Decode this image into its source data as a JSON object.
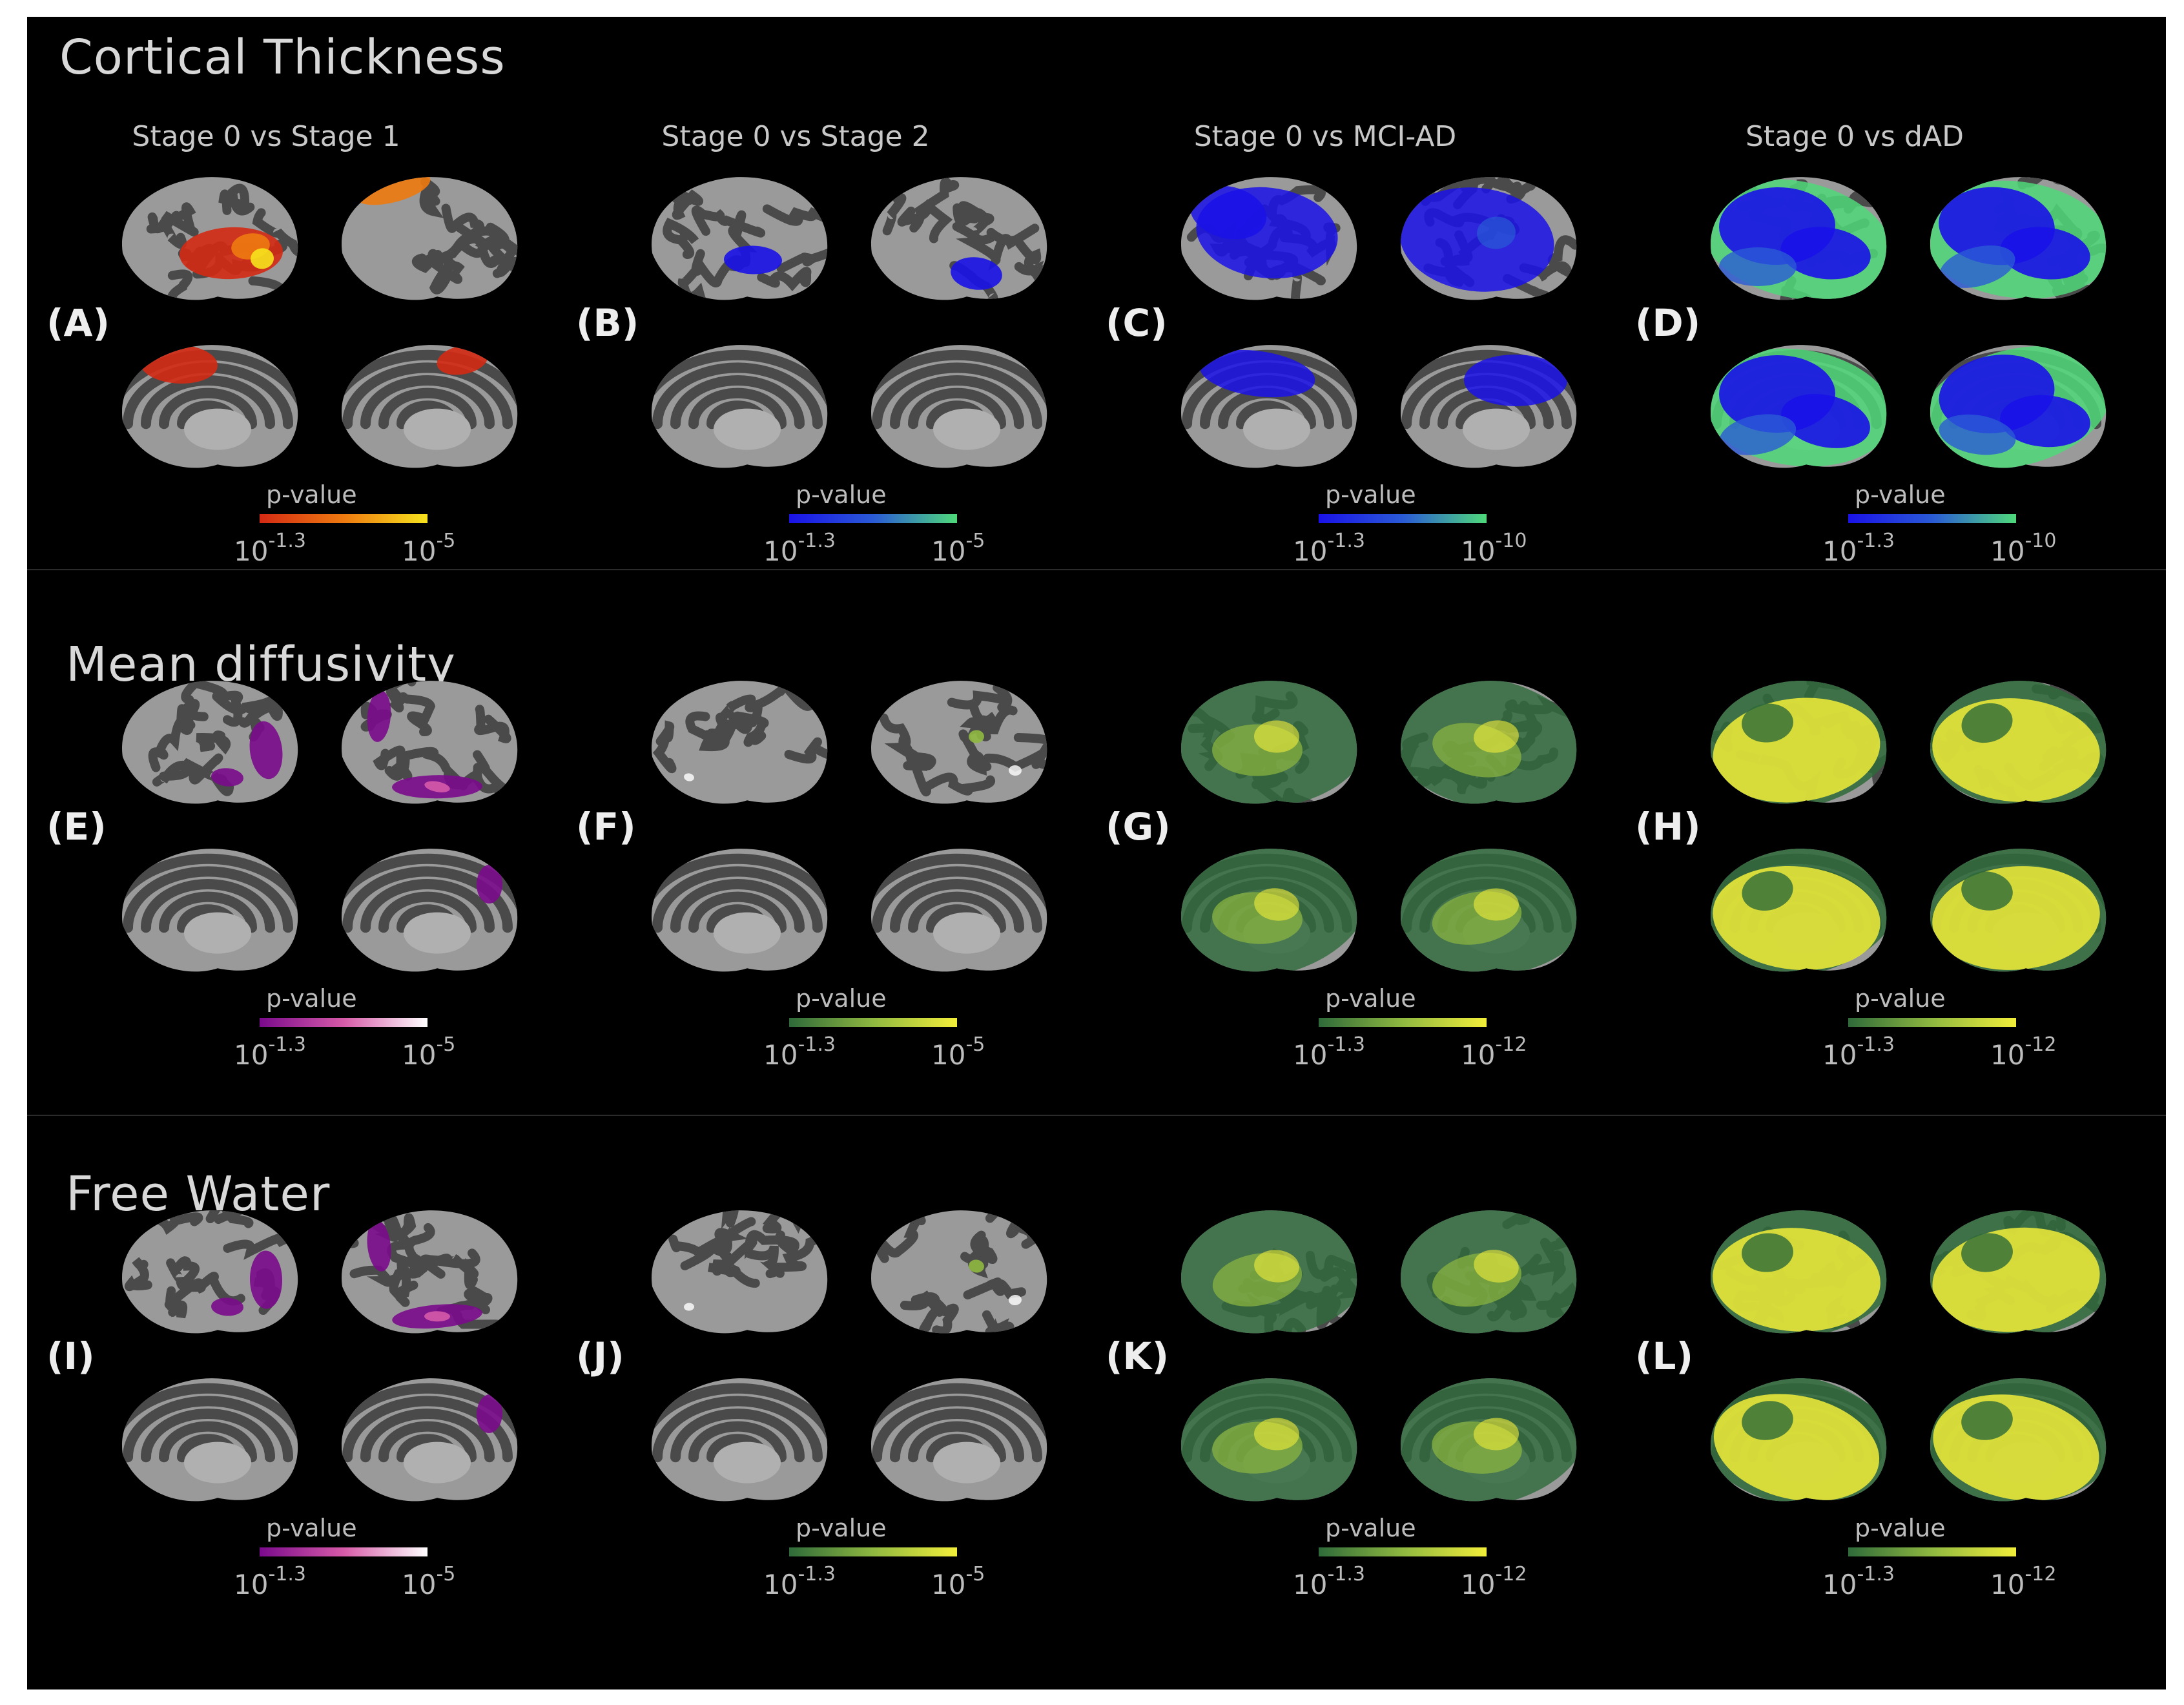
{
  "sections": [
    {
      "title": "Cortical Thickness",
      "rows_label": "row-1",
      "panels": [
        {
          "label": "(A)",
          "header": "Stage 0 vs Stage 1",
          "cb_title": "p-value",
          "cb_min": "10",
          "cb_min_exp": "-1.3",
          "cb_max": "10",
          "cb_max_exp": "-5",
          "cmap": [
            "#d42a14",
            "#ee7a10",
            "#f6e31e"
          ],
          "effect": "red"
        },
        {
          "label": "(B)",
          "header": "Stage 0 vs Stage 2",
          "cb_title": "p-value",
          "cb_min": "10",
          "cb_min_exp": "-1.3",
          "cb_max": "10",
          "cb_max_exp": "-5",
          "cmap": [
            "#1a12e8",
            "#2a5ad6",
            "#4fd97a"
          ],
          "effect": "blue-small"
        },
        {
          "label": "(C)",
          "header": "Stage 0 vs MCI-AD",
          "cb_title": "p-value",
          "cb_min": "10",
          "cb_min_exp": "-1.3",
          "cb_max": "10",
          "cb_max_exp": "-10",
          "cmap": [
            "#1a12e8",
            "#2a5ad6",
            "#4fd97a"
          ],
          "effect": "blue-mid"
        },
        {
          "label": "(D)",
          "header": "Stage 0 vs dAD",
          "cb_title": "p-value",
          "cb_min": "10",
          "cb_min_exp": "-1.3",
          "cb_max": "10",
          "cb_max_exp": "-10",
          "cmap": [
            "#1a12e8",
            "#2a5ad6",
            "#4fd97a"
          ],
          "effect": "blue-green"
        }
      ]
    },
    {
      "title": "Mean diffusivity",
      "rows_label": "row-2",
      "panels": [
        {
          "label": "(E)",
          "header": "",
          "cb_title": "p-value",
          "cb_min": "10",
          "cb_min_exp": "-1.3",
          "cb_max": "10",
          "cb_max_exp": "-5",
          "cmap": [
            "#7a0a8c",
            "#d65aa8",
            "#ffffff"
          ],
          "effect": "purple"
        },
        {
          "label": "(F)",
          "header": "",
          "cb_title": "p-value",
          "cb_min": "10",
          "cb_min_exp": "-1.3",
          "cb_max": "10",
          "cb_max_exp": "-5",
          "cmap": [
            "#2e6a3a",
            "#8fb840",
            "#f2ee3a"
          ],
          "effect": "green-tiny"
        },
        {
          "label": "(G)",
          "header": "",
          "cb_title": "p-value",
          "cb_min": "10",
          "cb_min_exp": "-1.3",
          "cb_max": "10",
          "cb_max_exp": "-12",
          "cmap": [
            "#2e6a3a",
            "#8fb840",
            "#f2ee3a"
          ],
          "effect": "green-mid"
        },
        {
          "label": "(H)",
          "header": "",
          "cb_title": "p-value",
          "cb_min": "10",
          "cb_min_exp": "-1.3",
          "cb_max": "10",
          "cb_max_exp": "-12",
          "cmap": [
            "#2e6a3a",
            "#8fb840",
            "#f2ee3a"
          ],
          "effect": "yellow"
        }
      ]
    },
    {
      "title": "Free Water",
      "rows_label": "row-3",
      "panels": [
        {
          "label": "(I)",
          "header": "",
          "cb_title": "p-value",
          "cb_min": "10",
          "cb_min_exp": "-1.3",
          "cb_max": "10",
          "cb_max_exp": "-5",
          "cmap": [
            "#7a0a8c",
            "#d65aa8",
            "#ffffff"
          ],
          "effect": "purple"
        },
        {
          "label": "(J)",
          "header": "",
          "cb_title": "p-value",
          "cb_min": "10",
          "cb_min_exp": "-1.3",
          "cb_max": "10",
          "cb_max_exp": "-5",
          "cmap": [
            "#2e6a3a",
            "#8fb840",
            "#f2ee3a"
          ],
          "effect": "green-tiny"
        },
        {
          "label": "(K)",
          "header": "",
          "cb_title": "p-value",
          "cb_min": "10",
          "cb_min_exp": "-1.3",
          "cb_max": "10",
          "cb_max_exp": "-12",
          "cmap": [
            "#2e6a3a",
            "#8fb840",
            "#f2ee3a"
          ],
          "effect": "green-mid"
        },
        {
          "label": "(L)",
          "header": "",
          "cb_title": "p-value",
          "cb_min": "10",
          "cb_min_exp": "-1.3",
          "cb_max": "10",
          "cb_max_exp": "-12",
          "cmap": [
            "#2e6a3a",
            "#8fb840",
            "#f2ee3a"
          ],
          "effect": "yellow"
        }
      ]
    }
  ],
  "colors": {
    "background": "#000000",
    "cortex_dark": "#4a4a4a",
    "cortex_light": "#9a9a9a"
  }
}
